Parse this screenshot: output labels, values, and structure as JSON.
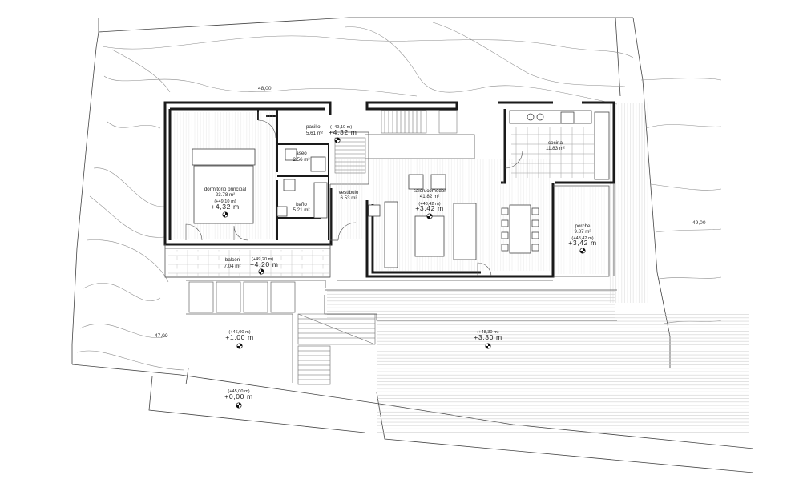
{
  "contours": [
    {
      "id": "c48",
      "label": "48,00"
    },
    {
      "id": "c49",
      "label": "49,00"
    },
    {
      "id": "c47",
      "label": "47,00"
    }
  ],
  "rooms": {
    "dormitorio": {
      "name": "dormitorio principal",
      "area": "23.78 m²",
      "level_small": "(+49,10 m)",
      "level_big": "+4,32 m"
    },
    "pasillo": {
      "name": "pasillo",
      "area": "5.61 m²",
      "level_small": "(+49,10 m)",
      "level_big": "+4,32 m"
    },
    "aseo": {
      "name": "aseo",
      "area": "2.56 m²"
    },
    "bano": {
      "name": "baño",
      "area": "5.21 m²"
    },
    "vestibulo": {
      "name": "vestíbulo",
      "area": "6.53 m²"
    },
    "salon": {
      "name": "salón/comedor",
      "area": "41.82 m²",
      "level_small": "(+48,42 m)",
      "level_big": "+3,42 m"
    },
    "cocina": {
      "name": "cocina",
      "area": "11.83 m²"
    },
    "porche": {
      "name": "porche",
      "area": "9.87 m²",
      "level_small": "(+48,42 m)",
      "level_big": "+3,42 m"
    },
    "balcon": {
      "name": "balcón",
      "area": "7.04 m²",
      "level_small": "(+49,20 m)",
      "level_big": "+4,20 m"
    }
  },
  "levels": {
    "terrace_left": {
      "small": "(+46,00 m)",
      "big": "+1,00 m"
    },
    "terrace_right": {
      "small": "(+48,30 m)",
      "big": "+3,30 m"
    },
    "entry": {
      "small": "(+45,00 m)",
      "big": "+0,00 m"
    }
  },
  "colors": {
    "wall": "#1a1a1a",
    "line": "#444444",
    "fine": "#9a9a9a",
    "background": "#ffffff"
  }
}
